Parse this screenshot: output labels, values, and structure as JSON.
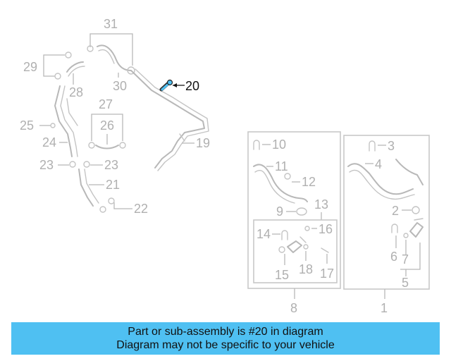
{
  "highlight_color": "#4fc0f2",
  "highlighted_part": "20",
  "callouts": {
    "c1": "1",
    "c2": "2",
    "c3": "3",
    "c4": "4",
    "c5": "5",
    "c6": "6",
    "c7": "7",
    "c8": "8",
    "c9": "9",
    "c10": "10",
    "c11": "11",
    "c12": "12",
    "c13": "13",
    "c14": "14",
    "c15": "15",
    "c16": "16",
    "c17": "17",
    "c18": "18",
    "c19": "19",
    "c20": "20",
    "c21": "21",
    "c22": "22",
    "c23a": "23",
    "c23b": "23",
    "c24": "24",
    "c25": "25",
    "c26": "26",
    "c27": "27",
    "c28": "28",
    "c29": "29",
    "c30": "30",
    "c31": "31"
  },
  "banner": {
    "line1": "Part or sub-assembly is #20 in diagram",
    "line2": "Diagram may not be specific to your vehicle"
  }
}
